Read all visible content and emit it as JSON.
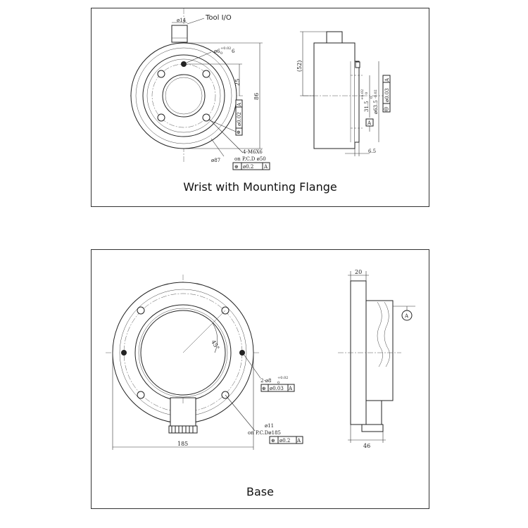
{
  "wrist": {
    "caption": "Wrist with Mounting Flange",
    "tool_io_label": "Tool I/O",
    "dia14": "ø14",
    "pin_hole": "ø6",
    "pin_tol_upper": "+0.02",
    "pin_tol_lower": "0",
    "pin_depth": "6",
    "dim25": "25",
    "dim86": "86",
    "dia87": "ø87",
    "thread": "4-M6X6",
    "pcd": "on P.C.D ø50",
    "tol_pos_sym": "⊕",
    "tol_pos_val": "ø0.2",
    "tol_pos_ref": "A",
    "tol_flat_val": "ø0.02",
    "tol_flat_ref": "A",
    "tol_small_sym": "⊕",
    "side_dim52": "(52)",
    "side_dim315": "31.5",
    "side_tol315_upper": "+0.02",
    "side_tol315_lower": "0",
    "side_dia63": "ø63.5",
    "side_tol63_upper": "0",
    "side_tol63_lower": "-0.02",
    "side_conc_sym": "◎",
    "side_conc_val": "ø0.03",
    "side_conc_ref": "A",
    "datum_a": "A",
    "dim65": "6.5"
  },
  "base": {
    "caption": "Base",
    "angle": "45°",
    "pin_holes": "2-ø8",
    "pin_tol_upper": "+0.02",
    "pin_tol_lower": "0",
    "pin_pos_sym": "⊕",
    "pin_pos_val": "ø0.03",
    "pin_pos_ref": "A",
    "hole_dia": "ø11",
    "pcd": "on P.C.Dø185",
    "pcd_pos_sym": "⊕",
    "pcd_pos_val": "ø0.2",
    "pcd_pos_ref": "A",
    "dim185": "185",
    "dim20": "20",
    "dim46": "46",
    "datum_a": "A"
  }
}
